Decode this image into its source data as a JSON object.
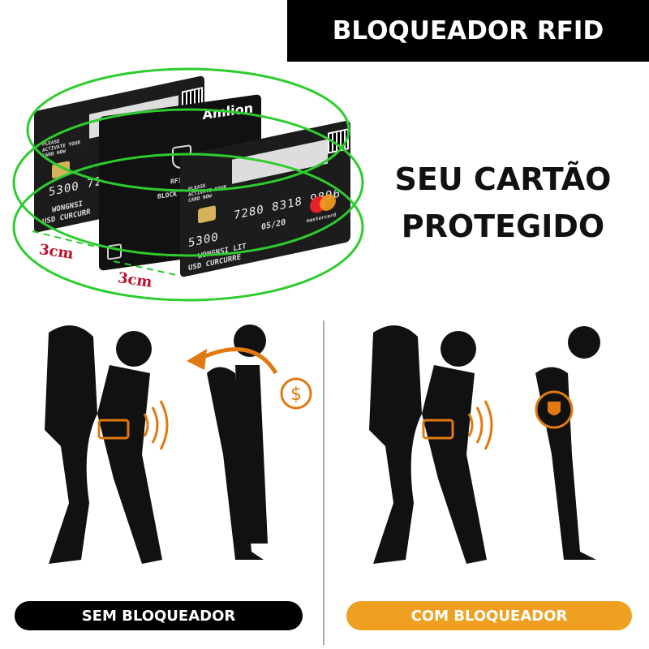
{
  "banner": "BLOQUEADOR RFID",
  "headline": [
    "SEU CARTÃO",
    "PROTEGIDO"
  ],
  "cards": {
    "back": {
      "activate": "PLEASE ACTIVATE YOUR CARD NOW",
      "number": "5300 72",
      "name": "WONGNSI",
      "name2": "USD CURCURR"
    },
    "blocker": {
      "brand": "Amlion",
      "text1": "RFID",
      "text2": "BLOCK"
    },
    "front": {
      "activate": "PLEASE ACTIVATE YOUR CARD NOW",
      "number1": "7280 8318 9896",
      "number2": "5300",
      "expiry": "05/20",
      "name": "WONGNSI LIT",
      "name2": "USD CURCURRE",
      "logo_text": "mastercard"
    }
  },
  "distances": [
    "3cm",
    "3cm"
  ],
  "labels": {
    "without": "SEM BLOQUEADOR",
    "with": "COM BLOQUEADOR"
  },
  "colors": {
    "green": "#2ecc2e",
    "orange": "#f0a020",
    "accent_orange": "#e07a10",
    "red": "#c0102a"
  }
}
